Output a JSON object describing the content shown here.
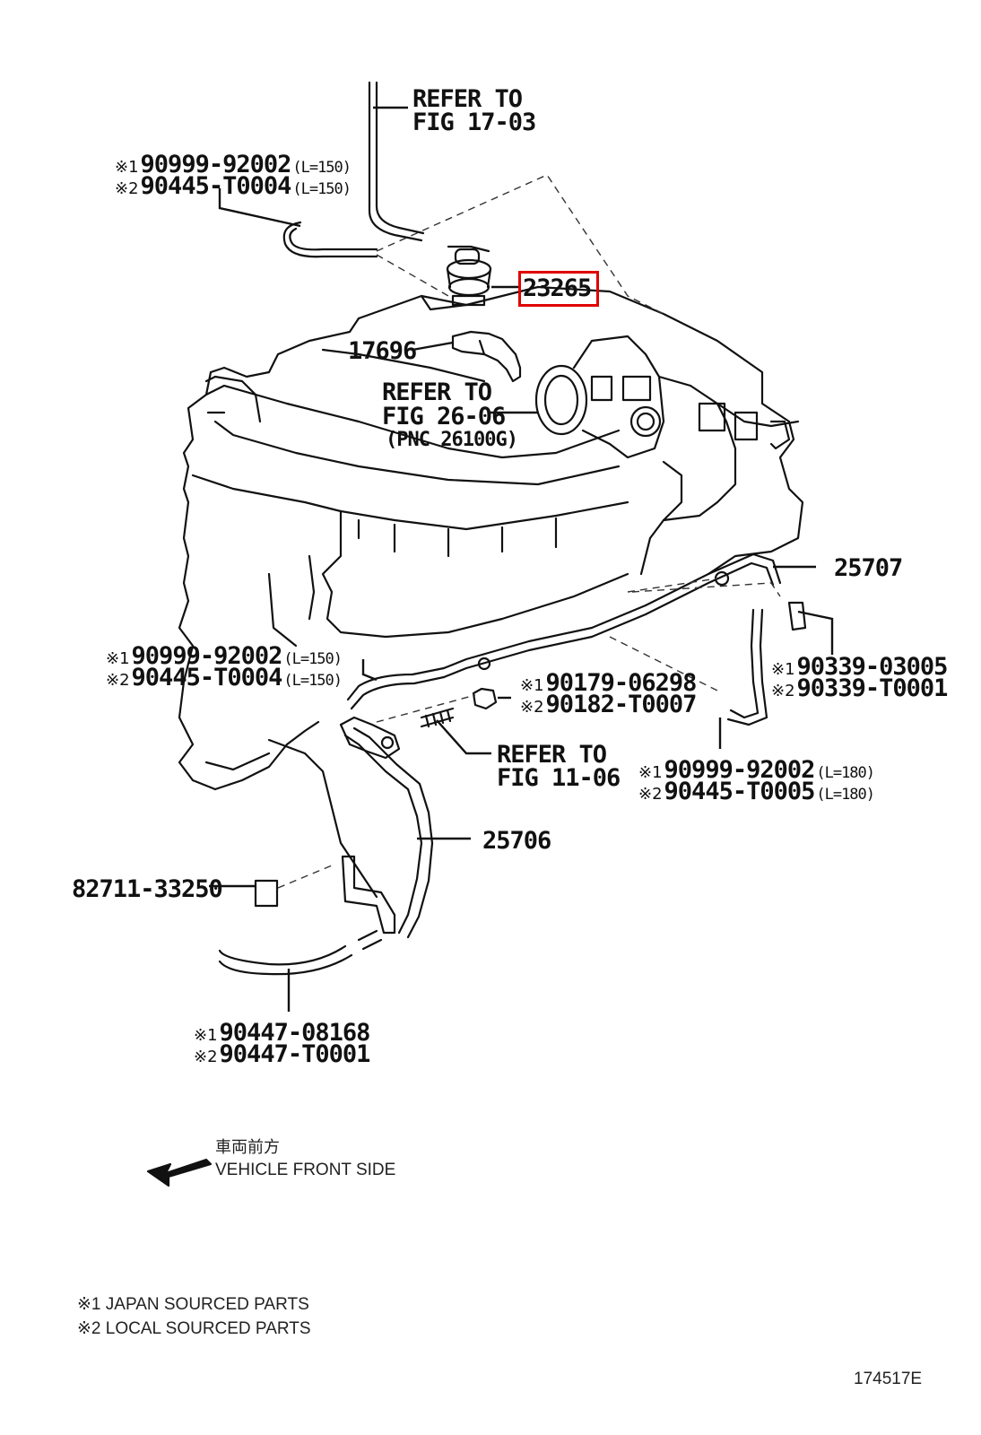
{
  "refs": {
    "top": {
      "l1": "REFER TO",
      "l2": "FIG 17-03"
    },
    "throttle": {
      "l1": "REFER TO",
      "l2": "FIG 26-06",
      "l3": "(PNC 26100G)"
    },
    "fig11": {
      "l1": "REFER TO",
      "l2": "FIG 11-06"
    }
  },
  "parts": {
    "p23265": "23265",
    "p17696": "17696",
    "p25707": "25707",
    "p25706": "25706",
    "p82711": "82711-33250"
  },
  "pairs": {
    "top_left": {
      "m1": "※1",
      "n1": "90999-92002",
      "s1": "(L=150)",
      "m2": "※2",
      "n2": "90445-T0004",
      "s2": "(L=150)"
    },
    "mid_left": {
      "m1": "※1",
      "n1": "90999-92002",
      "s1": "(L=150)",
      "m2": "※2",
      "n2": "90445-T0004",
      "s2": "(L=150)"
    },
    "nut": {
      "m1": "※1",
      "n1": "90179-06298",
      "m2": "※2",
      "n2": "90182-T0007"
    },
    "right": {
      "m1": "※1",
      "n1": "90339-03005",
      "m2": "※2",
      "n2": "90339-T0001"
    },
    "hose180": {
      "m1": "※1",
      "n1": "90999-92002",
      "s1": "(L=180)",
      "m2": "※2",
      "n2": "90445-T0005",
      "s2": "(L=180)"
    },
    "bottom": {
      "m1": "※1",
      "n1": "90447-08168",
      "m2": "※2",
      "n2": "90447-T0001"
    }
  },
  "direction": {
    "jp": "車両前方",
    "en": "VEHICLE FRONT SIDE"
  },
  "legend": {
    "l1": "※1 JAPAN SOURCED PARTS",
    "l2": "※2 LOCAL SOURCED PARTS"
  },
  "figure_id": "174517E",
  "highlight_color": "#e00000"
}
